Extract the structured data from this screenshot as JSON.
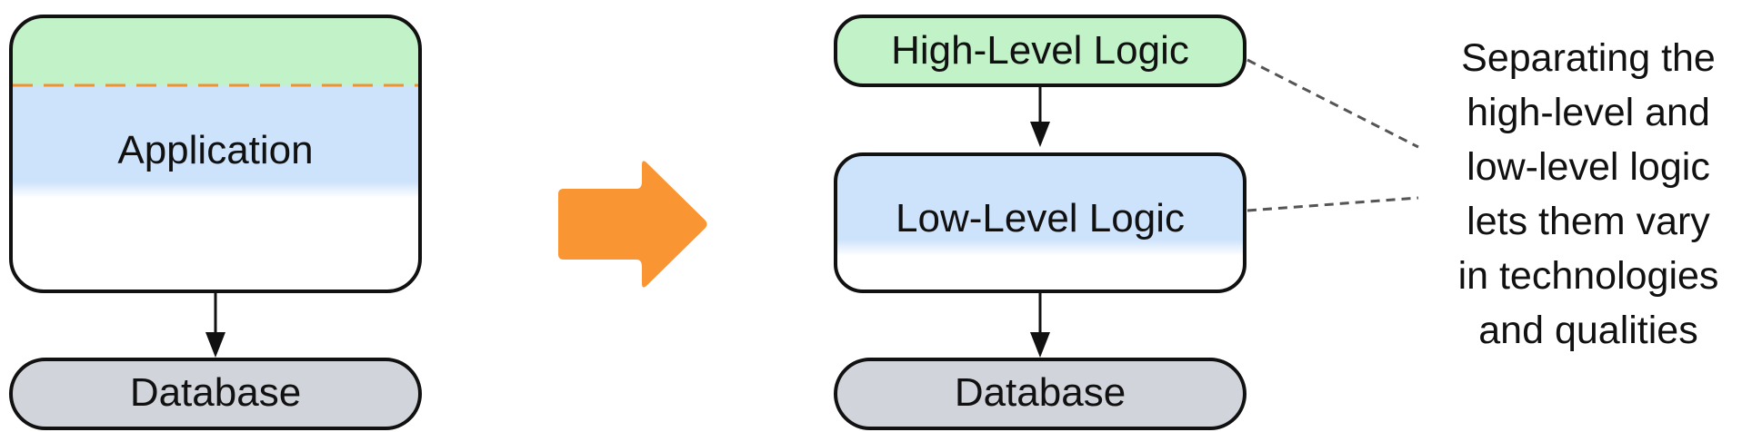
{
  "left": {
    "application_label": "Application",
    "database_label": "Database"
  },
  "right": {
    "high_level_label": "High-Level Logic",
    "low_level_label": "Low-Level Logic",
    "database_label": "Database"
  },
  "annotation": {
    "lines": [
      "Separating the",
      "high-level and",
      "low-level logic",
      "lets them vary",
      "in technologies",
      "and qualities"
    ]
  },
  "colors": {
    "high_level": "#c2f2c8",
    "low_level": "#cde2fb",
    "database": "#d1d5db",
    "transform_arrow": "#f99533",
    "divider_dash": "#f09234",
    "connector": "#555555"
  },
  "icons": {
    "transform_arrow": "right-block-arrow",
    "flow_arrow": "down-arrow"
  }
}
